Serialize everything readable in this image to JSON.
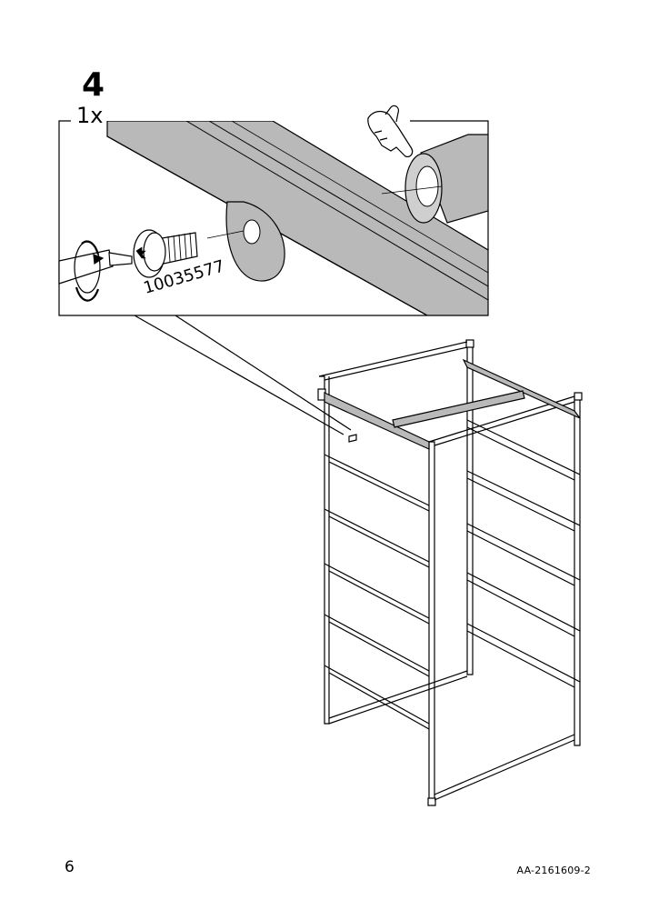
{
  "step": {
    "number": "4",
    "quantity": "1x"
  },
  "parts": {
    "screw_part_number": "10035577"
  },
  "footer": {
    "page_number": "6",
    "document_code": "AA-2161609-2"
  },
  "icons": [
    "hand-pointing-icon",
    "screwdriver-rotate-icon",
    "screw-icon",
    "washer-icon"
  ]
}
